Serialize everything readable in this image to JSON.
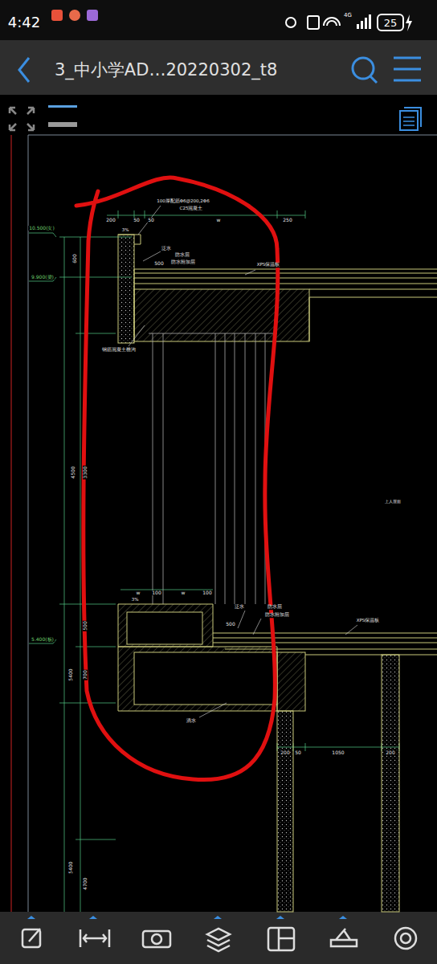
{
  "diagram": {
    "title": "3_中小学AD…20220302_t8",
    "labels": [
      "4:42",
      "4G",
      "25",
      "100厚配筋Φ6@200,2Φ6",
      "C25混凝土",
      "200",
      "50",
      "50",
      "w",
      "250",
      "10.500(女)",
      "3%",
      "泛水",
      "防水层",
      "防水附加层",
      "500",
      "XPS保温板",
      "600",
      "9.900(梁)",
      "钢筋混凝土檐沟",
      "4500",
      "3300",
      "上人屋面",
      "w",
      "100",
      "w",
      "100",
      "3%",
      "泛水",
      "防水层",
      "防水附加层",
      "500",
      "XPS保温板",
      "5.400(板)",
      "500",
      "700",
      "5400",
      "滴水",
      "200",
      "50",
      "1050",
      "200",
      "5400",
      "4700"
    ]
  }
}
